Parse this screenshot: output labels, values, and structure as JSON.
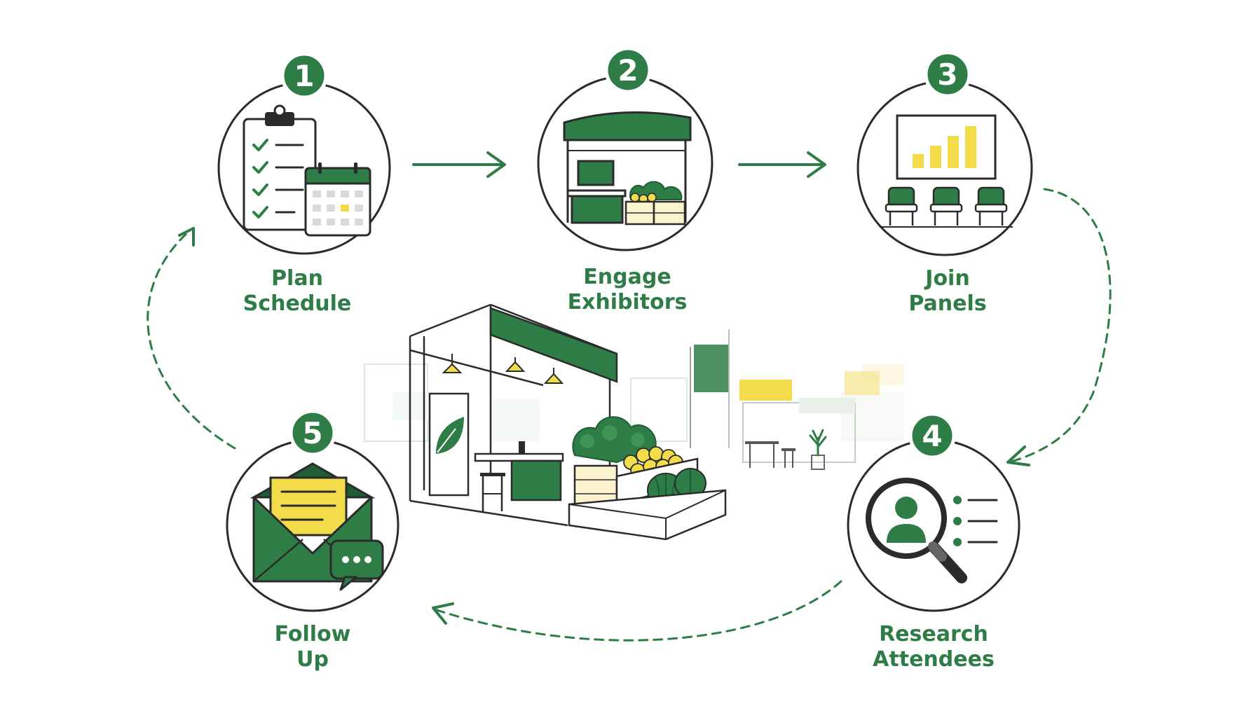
{
  "colors": {
    "green": "#2e7d46",
    "dark_green": "#1f5e34",
    "yellow": "#f3dc4a",
    "outline": "#2b2b2b",
    "bg": "#ffffff"
  },
  "steps": [
    {
      "number": "1",
      "line1": "Plan",
      "line2": "Schedule",
      "icon": "clipboard-calendar-icon"
    },
    {
      "number": "2",
      "line1": "Engage",
      "line2": "Exhibitors",
      "icon": "market-booth-icon"
    },
    {
      "number": "3",
      "line1": "Join",
      "line2": "Panels",
      "icon": "presentation-seats-icon"
    },
    {
      "number": "4",
      "line1": "Research",
      "line2": "Attendees",
      "icon": "magnifier-person-icon"
    },
    {
      "number": "5",
      "line1": "Follow",
      "line2": "Up",
      "icon": "envelope-chat-icon"
    }
  ]
}
